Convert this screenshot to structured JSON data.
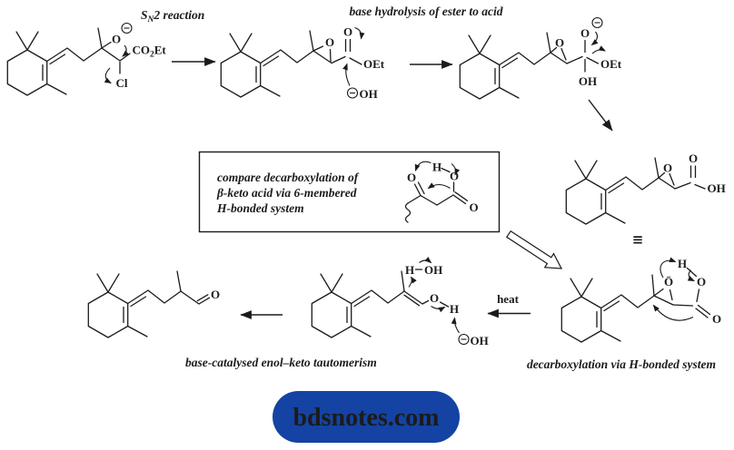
{
  "canvas": {
    "background": "#ffffff",
    "ink": "#1b1b1b"
  },
  "captions": {
    "sn2_prefix": "S",
    "sn2_sub": "N",
    "sn2_suffix": "2 reaction",
    "base_hydrolysis": "base hydrolysis of ester to acid",
    "heat": "heat",
    "equivalence": "≡",
    "decarboxylation": "decarboxylation via H-bonded system",
    "tautomerism": "base-catalysed enol–keto tautomerism"
  },
  "note_box": {
    "line1": "compare decarboxylation of",
    "line2": "β-keto acid via 6-membered",
    "line3": "H-bonded system"
  },
  "structures": {
    "chloro_ester": {
      "alkoxide_o": "O",
      "ester_co": "CO",
      "ester_sub": "2",
      "ester_et": "Et",
      "cl": "Cl"
    },
    "epoxy_ester": {
      "epoxide_o": "O",
      "carbonyl_o": "O",
      "oet": "OEt",
      "hydroxide_oh": "OH"
    },
    "tetrahedral_intermediate": {
      "epoxide_o": "O",
      "alkoxide_o": "O",
      "oet": "OEt",
      "oh": "OH"
    },
    "epoxy_acid": {
      "epoxide_o": "O",
      "carbonyl_o": "O",
      "oh": "OH"
    },
    "beta_keto_model": {
      "ketone_o": "O",
      "h": "H",
      "acid_o": "O",
      "carbonyl_o": "O"
    },
    "h_bonded_acid": {
      "epoxide_o": "Ö",
      "h": "H",
      "acid_o": "O",
      "carbonyl_o": "O"
    },
    "enol": {
      "water_h": "H",
      "water_oh": "OH",
      "enol_o": "O",
      "enol_h": "H",
      "hydroxide_oh": "OH"
    },
    "aldehyde": {
      "carbonyl_o": "O"
    }
  },
  "logo": {
    "text": "bdsnotes.com",
    "background": "#1443a3",
    "color": "#ffffff"
  }
}
